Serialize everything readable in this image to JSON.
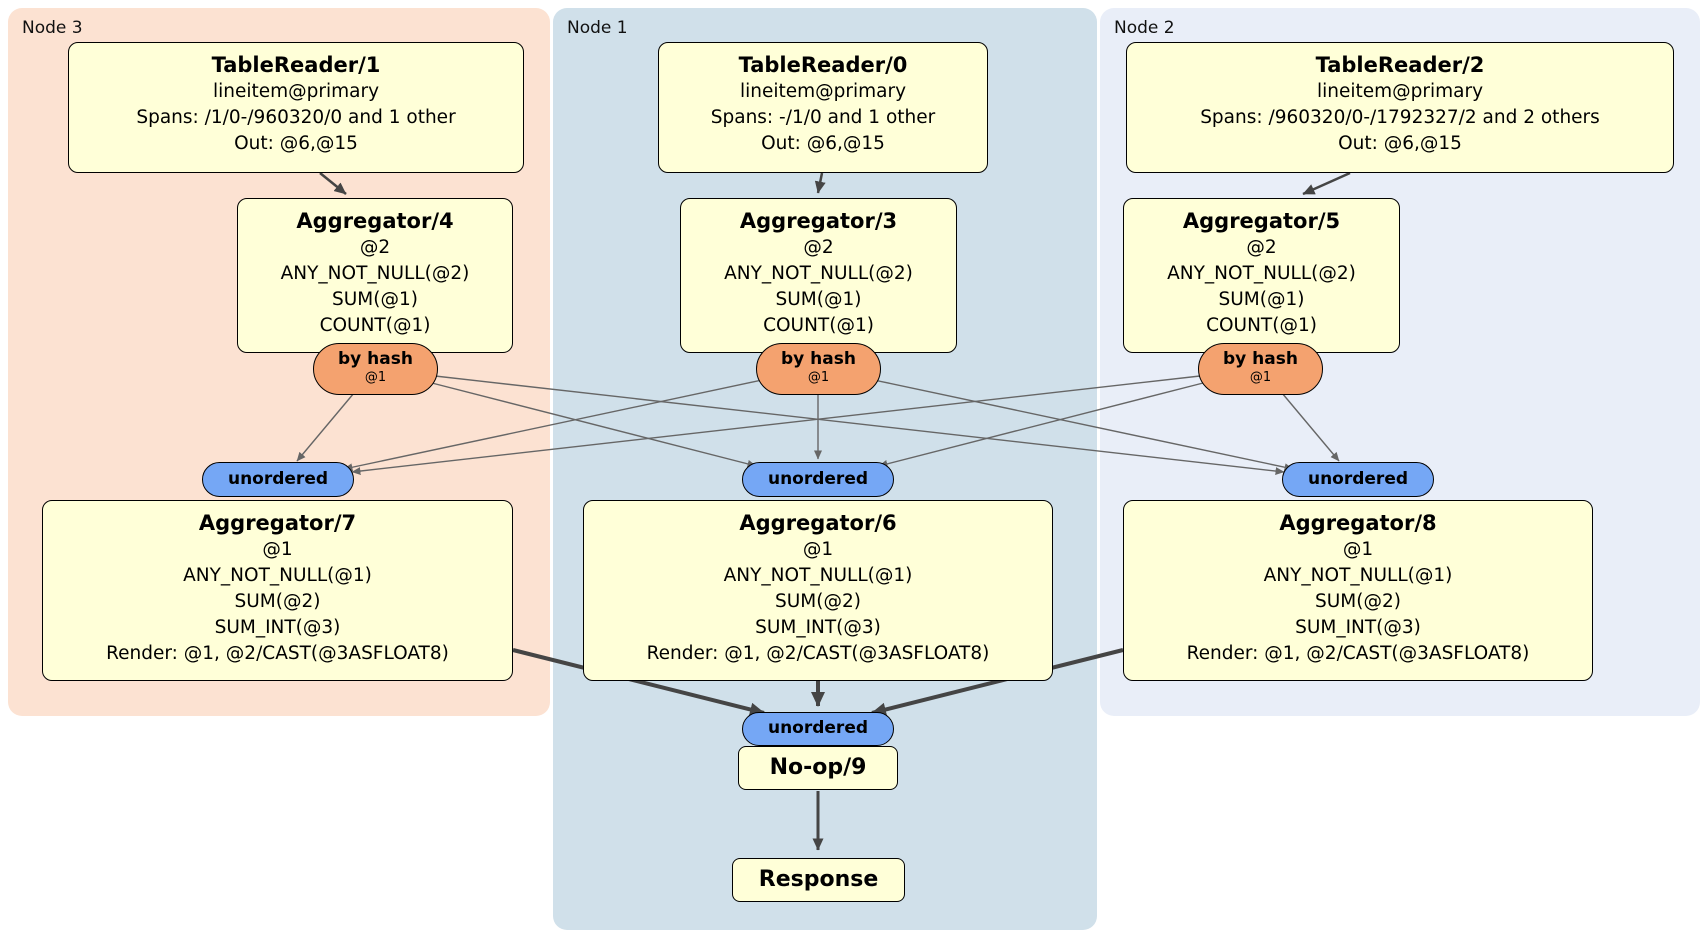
{
  "diagram": {
    "regions": [
      {
        "label": "Node 3",
        "color": "#fce2d2"
      },
      {
        "label": "Node 1",
        "color": "#d0e0ea"
      },
      {
        "label": "Node 2",
        "color": "#e9eef8"
      }
    ],
    "colors": {
      "processor_fill": "#ffffd8",
      "router_fill": "#f4a26f",
      "sync_fill": "#75a7f5",
      "edge_thin": "#666666",
      "edge_thick": "#454545"
    },
    "nodes": {
      "tr1": {
        "title": "TableReader/1",
        "lines": [
          "lineitem@primary",
          "Spans: /1/0-/960320/0 and 1 other",
          "Out: @6,@15"
        ]
      },
      "tr0": {
        "title": "TableReader/0",
        "lines": [
          "lineitem@primary",
          "Spans: -/1/0 and 1 other",
          "Out: @6,@15"
        ]
      },
      "tr2": {
        "title": "TableReader/2",
        "lines": [
          "lineitem@primary",
          "Spans: /960320/0-/1792327/2 and 2 others",
          "Out: @6,@15"
        ]
      },
      "agg4": {
        "title": "Aggregator/4",
        "lines": [
          "@2",
          "ANY_NOT_NULL(@2)",
          "SUM(@1)",
          "COUNT(@1)"
        ]
      },
      "agg3": {
        "title": "Aggregator/3",
        "lines": [
          "@2",
          "ANY_NOT_NULL(@2)",
          "SUM(@1)",
          "COUNT(@1)"
        ]
      },
      "agg5": {
        "title": "Aggregator/5",
        "lines": [
          "@2",
          "ANY_NOT_NULL(@2)",
          "SUM(@1)",
          "COUNT(@1)"
        ]
      },
      "agg7": {
        "title": "Aggregator/7",
        "lines": [
          "@1",
          "ANY_NOT_NULL(@1)",
          "SUM(@2)",
          "SUM_INT(@3)",
          "Render: @1, @2/CAST(@3ASFLOAT8)"
        ]
      },
      "agg6": {
        "title": "Aggregator/6",
        "lines": [
          "@1",
          "ANY_NOT_NULL(@1)",
          "SUM(@2)",
          "SUM_INT(@3)",
          "Render: @1, @2/CAST(@3ASFLOAT8)"
        ]
      },
      "agg8": {
        "title": "Aggregator/8",
        "lines": [
          "@1",
          "ANY_NOT_NULL(@1)",
          "SUM(@2)",
          "SUM_INT(@3)",
          "Render: @1, @2/CAST(@3ASFLOAT8)"
        ]
      },
      "noop": {
        "title": "No-op/9"
      },
      "response": {
        "title": "Response"
      }
    },
    "routers": [
      {
        "label": "by hash",
        "detail": "@1"
      },
      {
        "label": "by hash",
        "detail": "@1"
      },
      {
        "label": "by hash",
        "detail": "@1"
      }
    ],
    "syncs": [
      {
        "label": "unordered"
      },
      {
        "label": "unordered"
      },
      {
        "label": "unordered"
      },
      {
        "label": "unordered"
      }
    ],
    "edges": [
      "TableReader/1 -> Aggregator/4",
      "TableReader/0 -> Aggregator/3",
      "TableReader/2 -> Aggregator/5",
      "by hash (Agg/4) -> unordered (Agg/7)",
      "by hash (Agg/4) -> unordered (Agg/6)",
      "by hash (Agg/4) -> unordered (Agg/8)",
      "by hash (Agg/3) -> unordered (Agg/7)",
      "by hash (Agg/3) -> unordered (Agg/6)",
      "by hash (Agg/3) -> unordered (Agg/8)",
      "by hash (Agg/5) -> unordered (Agg/7)",
      "by hash (Agg/5) -> unordered (Agg/6)",
      "by hash (Agg/5) -> unordered (Agg/8)",
      "Aggregator/7 -> unordered (No-op/9)",
      "Aggregator/6 -> unordered (No-op/9)",
      "Aggregator/8 -> unordered (No-op/9)",
      "No-op/9 -> Response"
    ]
  }
}
